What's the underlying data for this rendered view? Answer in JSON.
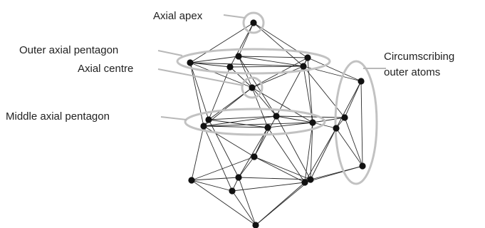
{
  "labels": {
    "axial_apex": "Axial apex",
    "outer_axial_pentagon": "Outer axial pentagon",
    "axial_centre": "Axial centre",
    "middle_axial_pentagon": "Middle axial pentagon",
    "circumscribing_line1": "Circumscribing",
    "circumscribing_line2": "outer atoms"
  },
  "colors": {
    "atom": "#111111",
    "bond": "#2a2a2a",
    "highlight": "#c2c2c2",
    "leader": "#b8b8b8",
    "text": "#222222"
  }
}
